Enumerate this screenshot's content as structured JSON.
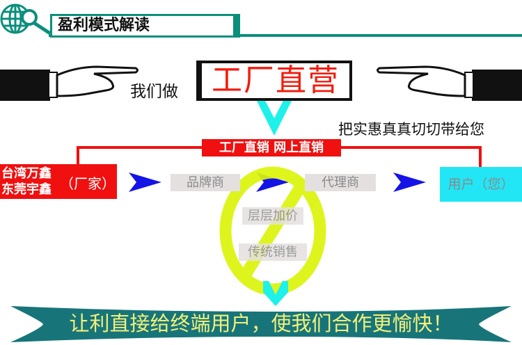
{
  "header": {
    "title": "盈利模式解读",
    "icon": "globe-search-icon"
  },
  "intro": {
    "we_do": "我们做",
    "factory_direct": "工厂直营",
    "slogan": "把实惠真真切切带给您"
  },
  "flow": {
    "direct_label": "工厂直销 网上直销",
    "maker_names": [
      "台湾万鑫",
      "东莞宇鑫"
    ],
    "maker_role": "（厂家）",
    "brand": "品牌商",
    "agent": "代理商",
    "user": "用户（您）",
    "markup": "层层加价",
    "traditional": "传统销售"
  },
  "banner": {
    "text": "让利直接给终端用户，使我们合作更愉快！"
  },
  "colors": {
    "teal": "#0b8f7c",
    "red": "#f01010",
    "cyan": "#22e6f5",
    "blue": "#1414e6",
    "yellow": "#dcf50a",
    "banner": "#17757a"
  }
}
